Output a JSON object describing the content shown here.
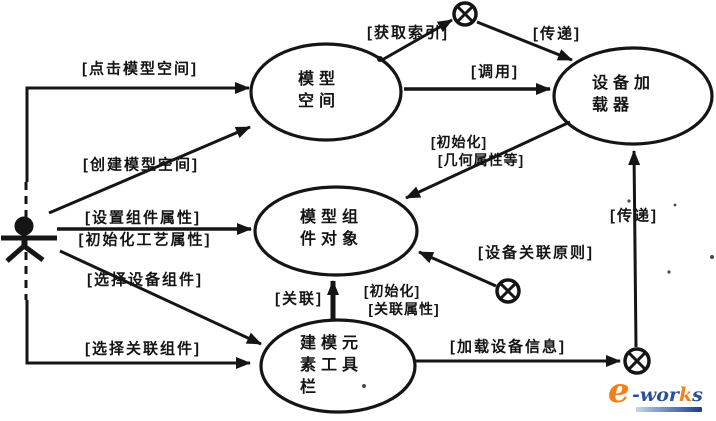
{
  "diagram": {
    "title": "UML collaboration diagram (scanned, Chinese)",
    "colors": {
      "ink": "#151515",
      "background": "#ffffff",
      "logo_orange": "#f08214",
      "logo_blue": "#2b4d9e"
    },
    "nodes": {
      "model_space": {
        "label": "模型\n空间"
      },
      "device_loader": {
        "label": "设备加\n载器"
      },
      "model_component": {
        "label": "模型组\n件对象"
      },
      "toolbar": {
        "label": "建模元\n素工具\n栏"
      }
    },
    "messages": {
      "click_model_space": "[点击模型空间]",
      "create_model_space": "[创建模型空间]",
      "set_component_props": "[设置组件属性]",
      "init_process_props": "[初始化工艺属性]",
      "select_device_component": "[选择设备组件]",
      "select_assoc_component": "[选择关联组件]",
      "get_index": "[获取索引]",
      "transfer_top": "[传递]",
      "call": "[调用]",
      "initialize_geo": "[初始化]",
      "geometric_props": "[几何属性等]",
      "device_assoc_rule": "[设备关联原则]",
      "associate": "[关联]",
      "initialize_assoc": "[初始化]",
      "assoc_props": "[关联属性]",
      "load_device_info": "[加载设备信息]",
      "transfer_right": "[传递]"
    },
    "logo": {
      "e": "e",
      "t1": "-wor",
      "k": "k",
      "t2": "s"
    }
  }
}
